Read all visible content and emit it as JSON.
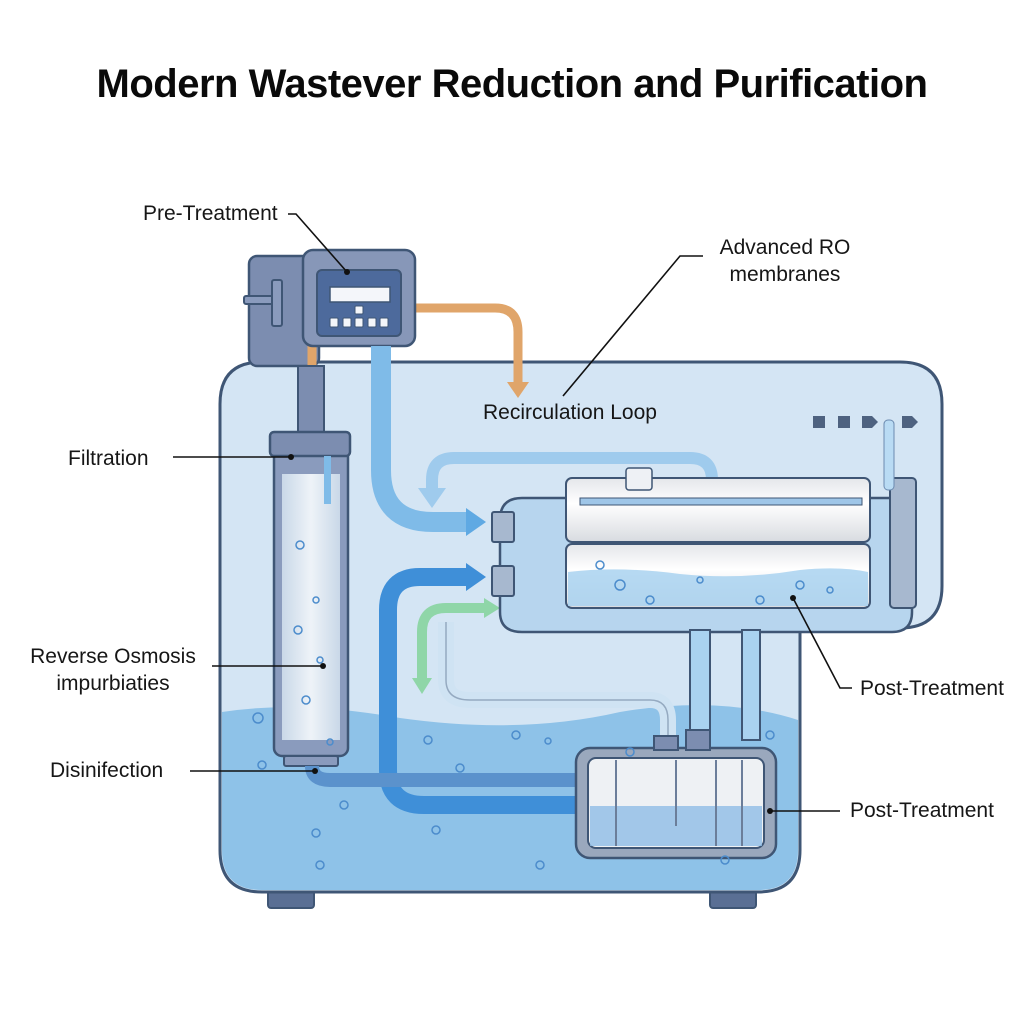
{
  "title": "Modern Wastever Reduction and Purification",
  "labels": {
    "pre_treatment": "Pre-Treatment",
    "advanced_ro_line1": "Advanced RO",
    "advanced_ro_line2": "membranes",
    "recirculation_loop": "Recirculation Loop",
    "filtration": "Filtration",
    "reverse_osmosis_line1": "Reverse Osmosis",
    "reverse_osmosis_line2": "impurbiaties",
    "disinfection": "Disinifection",
    "post_treatment_upper": "Post-Treatment",
    "post_treatment_lower": "Post-Treatment"
  },
  "colors": {
    "tank_fill": "#cfe2f3",
    "water": "#8ec2e8",
    "outline": "#3f5675",
    "controller": "#5a6f94",
    "pipe_orange": "#e0a56a",
    "pipe_blue": "#5fa9e3",
    "pipe_green": "#8fd6a8",
    "membrane": "#f2f2f2"
  }
}
